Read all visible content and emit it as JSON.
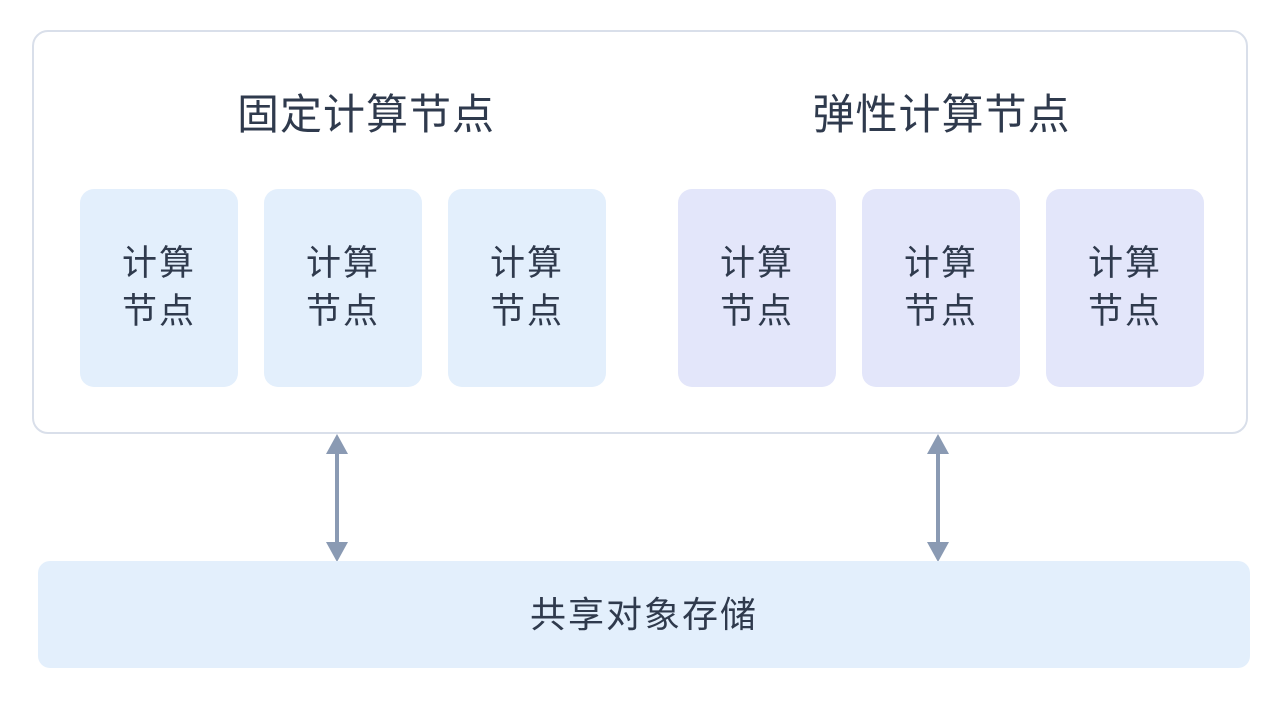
{
  "diagram": {
    "type": "architecture-diagram",
    "compute_container": {
      "groups": [
        {
          "id": "fixed",
          "title": "固定计算节点",
          "node_color": "#e3effc",
          "nodes": [
            {
              "line1": "计算",
              "line2": "节点"
            },
            {
              "line1": "计算",
              "line2": "节点"
            },
            {
              "line1": "计算",
              "line2": "节点"
            }
          ]
        },
        {
          "id": "elastic",
          "title": "弹性计算节点",
          "node_color": "#e3e6fa",
          "nodes": [
            {
              "line1": "计算",
              "line2": "节点"
            },
            {
              "line1": "计算",
              "line2": "节点"
            },
            {
              "line1": "计算",
              "line2": "节点"
            }
          ]
        }
      ]
    },
    "connectors": [
      {
        "id": "left-connector",
        "style": "double-headed-vertical-arrow",
        "color": "#8a9ab3"
      },
      {
        "id": "right-connector",
        "style": "double-headed-vertical-arrow",
        "color": "#8a9ab3"
      }
    ],
    "storage": {
      "label": "共享对象存储",
      "color": "#e3effc"
    },
    "colors": {
      "text": "#2f3a4d",
      "container_border": "#d9dfea",
      "fixed_node": "#e3effc",
      "elastic_node": "#e3e6fa",
      "arrow": "#8a9ab3",
      "background": "#ffffff"
    }
  }
}
